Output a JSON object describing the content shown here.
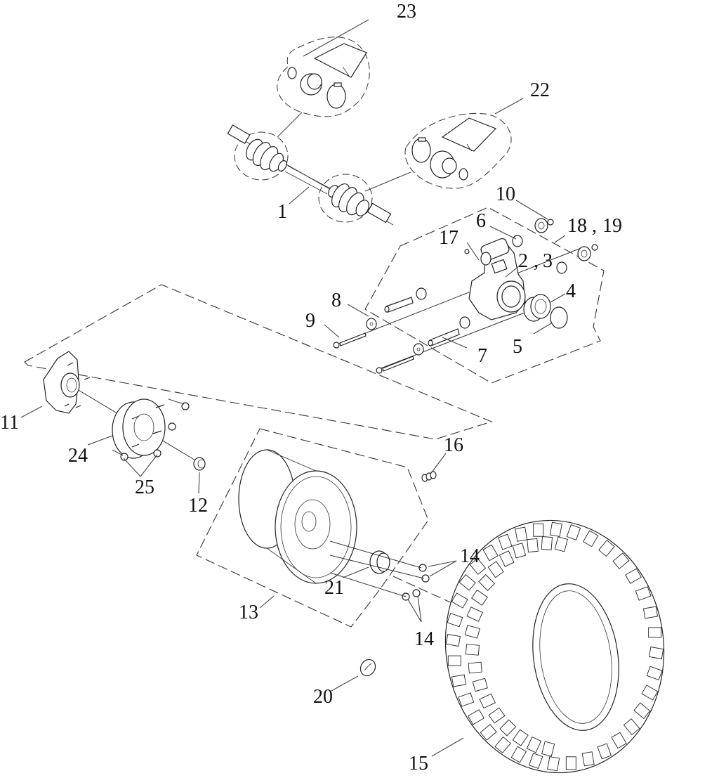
{
  "diagram": {
    "title": "Rear Axle, Knuckle, Hub and Wheel Exploded View",
    "callouts": [
      {
        "id": "c1",
        "label": "1",
        "part": "drive-shaft-axle"
      },
      {
        "id": "c2",
        "label": "2",
        "part": "knuckle-lh"
      },
      {
        "id": "c2s",
        "label": ",",
        "part": "separator"
      },
      {
        "id": "c3",
        "label": "3",
        "part": "knuckle-rh"
      },
      {
        "id": "c4",
        "label": "4",
        "part": "wheel-bearing"
      },
      {
        "id": "c5",
        "label": "5",
        "part": "circlip"
      },
      {
        "id": "c6",
        "label": "6",
        "part": "bushing"
      },
      {
        "id": "c7",
        "label": "7",
        "part": "sleeve"
      },
      {
        "id": "c8",
        "label": "8",
        "part": "washer"
      },
      {
        "id": "c9",
        "label": "9",
        "part": "bolt"
      },
      {
        "id": "c10",
        "label": "10",
        "part": "nut"
      },
      {
        "id": "c11",
        "label": "11",
        "part": "wheel-hub"
      },
      {
        "id": "c12",
        "label": "12",
        "part": "axle-nut"
      },
      {
        "id": "c13",
        "label": "13",
        "part": "rim"
      },
      {
        "id": "c14a",
        "label": "14",
        "part": "wheel-nut"
      },
      {
        "id": "c14b",
        "label": "14",
        "part": "wheel-nut"
      },
      {
        "id": "c15",
        "label": "15",
        "part": "tire"
      },
      {
        "id": "c16",
        "label": "16",
        "part": "valve-stem"
      },
      {
        "id": "c17",
        "label": "17",
        "part": "grease-fitting"
      },
      {
        "id": "c18",
        "label": "18",
        "part": "dust-seal"
      },
      {
        "id": "c18s",
        "label": ",",
        "part": "separator"
      },
      {
        "id": "c19",
        "label": "19",
        "part": "nut"
      },
      {
        "id": "c20",
        "label": "20",
        "part": "center-cap"
      },
      {
        "id": "c21",
        "label": "21",
        "part": "hub-cap"
      },
      {
        "id": "c22",
        "label": "22",
        "part": "inner-boot-kit"
      },
      {
        "id": "c23",
        "label": "23",
        "part": "outer-boot-kit"
      },
      {
        "id": "c24",
        "label": "24",
        "part": "wheel-spacer"
      },
      {
        "id": "c25",
        "label": "25",
        "part": "spacer-nut"
      }
    ]
  }
}
